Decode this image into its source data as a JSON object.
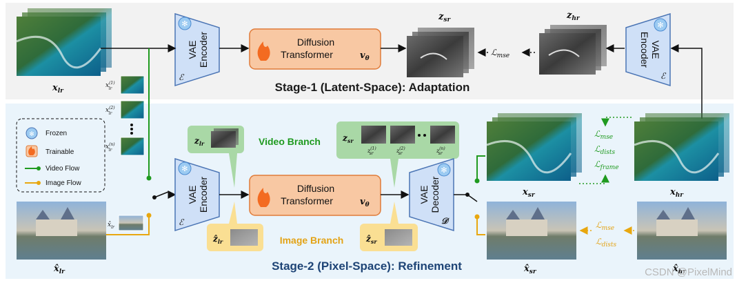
{
  "stage1": {
    "title": "Stage-1 (Latent-Space): Adaptation",
    "x_lr": "x",
    "x_lr_sub": "lr",
    "encoder_label_1": "VAE",
    "encoder_label_2": "Encoder",
    "encoder_symbol": "ℰ",
    "dit_label_1": "Diffusion",
    "dit_label_2": "Transformer",
    "dit_symbol": "v",
    "dit_symbol_sub": "θ",
    "z_sr": "z",
    "z_sr_sub": "sr",
    "z_hr": "z",
    "z_hr_sub": "hr",
    "loss": "ℒ",
    "loss_sub": "mse",
    "right_encoder_label_1": "VAE",
    "right_encoder_label_2": "Encoder",
    "right_encoder_symbol": "ℰ"
  },
  "frames": {
    "f1": "x",
    "f1_sup": "(1)",
    "f1_sub": "lr",
    "f2": "x",
    "f2_sup": "(2)",
    "f2_sub": "lr",
    "fn": "x",
    "fn_sup": "(n)",
    "fn_sub": "lr",
    "img_sample": "x̂",
    "img_sample_sub": "lr"
  },
  "legend": {
    "frozen": "Frozen",
    "trainable": "Trainable",
    "video_flow": "Video Flow",
    "image_flow": "Image Flow"
  },
  "stage2": {
    "title": "Stage-2 (Pixel-Space): Refinement",
    "video_branch": "Video Branch",
    "image_branch": "Image Branch",
    "z_lr": "z",
    "z_lr_sub": "lr",
    "zhat_lr": "ẑ",
    "zhat_lr_sub": "lr",
    "z_sr": "z",
    "z_sr_sub": "sr",
    "zs1": "z",
    "zs1_sup": "(1)",
    "zs1_sub": "sr",
    "zs2": "z",
    "zs2_sup": "(2)",
    "zs2_sub": "sr",
    "zsn": "z",
    "zsn_sup": "(n)",
    "zsn_sub": "sr",
    "zhat_sr": "ẑ",
    "zhat_sr_sub": "sr",
    "encoder_label_1": "VAE",
    "encoder_label_2": "Encoder",
    "encoder_symbol": "ℰ",
    "dit_label_1": "Diffusion",
    "dit_label_2": "Transformer",
    "dit_symbol": "v",
    "dit_symbol_sub": "θ",
    "decoder_label_1": "VAE",
    "decoder_label_2": "Decoder",
    "decoder_symbol": "𝒟",
    "xhat_lr": "x̂",
    "xhat_lr_sub": "lr",
    "x_sr": "x",
    "x_sr_sub": "sr",
    "x_hr": "x",
    "x_hr_sub": "hr",
    "xhat_sr": "x̂",
    "xhat_sr_sub": "sr",
    "xhat_hr": "x̂",
    "xhat_hr_sub": "hr",
    "loss_mse": "ℒ",
    "loss_mse_sub": "mse",
    "loss_dists": "ℒ",
    "loss_dists_sub": "dists",
    "loss_frame": "ℒ",
    "loss_frame_sub": "frame",
    "img_loss_mse": "ℒ",
    "img_loss_mse_sub": "mse",
    "img_loss_dists": "ℒ",
    "img_loss_dists_sub": "dists"
  },
  "watermark": "CSDN @PixelMind",
  "colors": {
    "stage1_bg": "#f2f2f2",
    "stage2_bg": "#eaf4fb",
    "vae": "#cfe0f7",
    "vae_border": "#4a74b4",
    "dit": "#f8c8a3",
    "dit_border": "#e07b39",
    "video_flow": "#1f9a1f",
    "image_flow": "#e8a70f",
    "video_callout": "#a9d8a6",
    "image_callout": "#fadf93"
  }
}
